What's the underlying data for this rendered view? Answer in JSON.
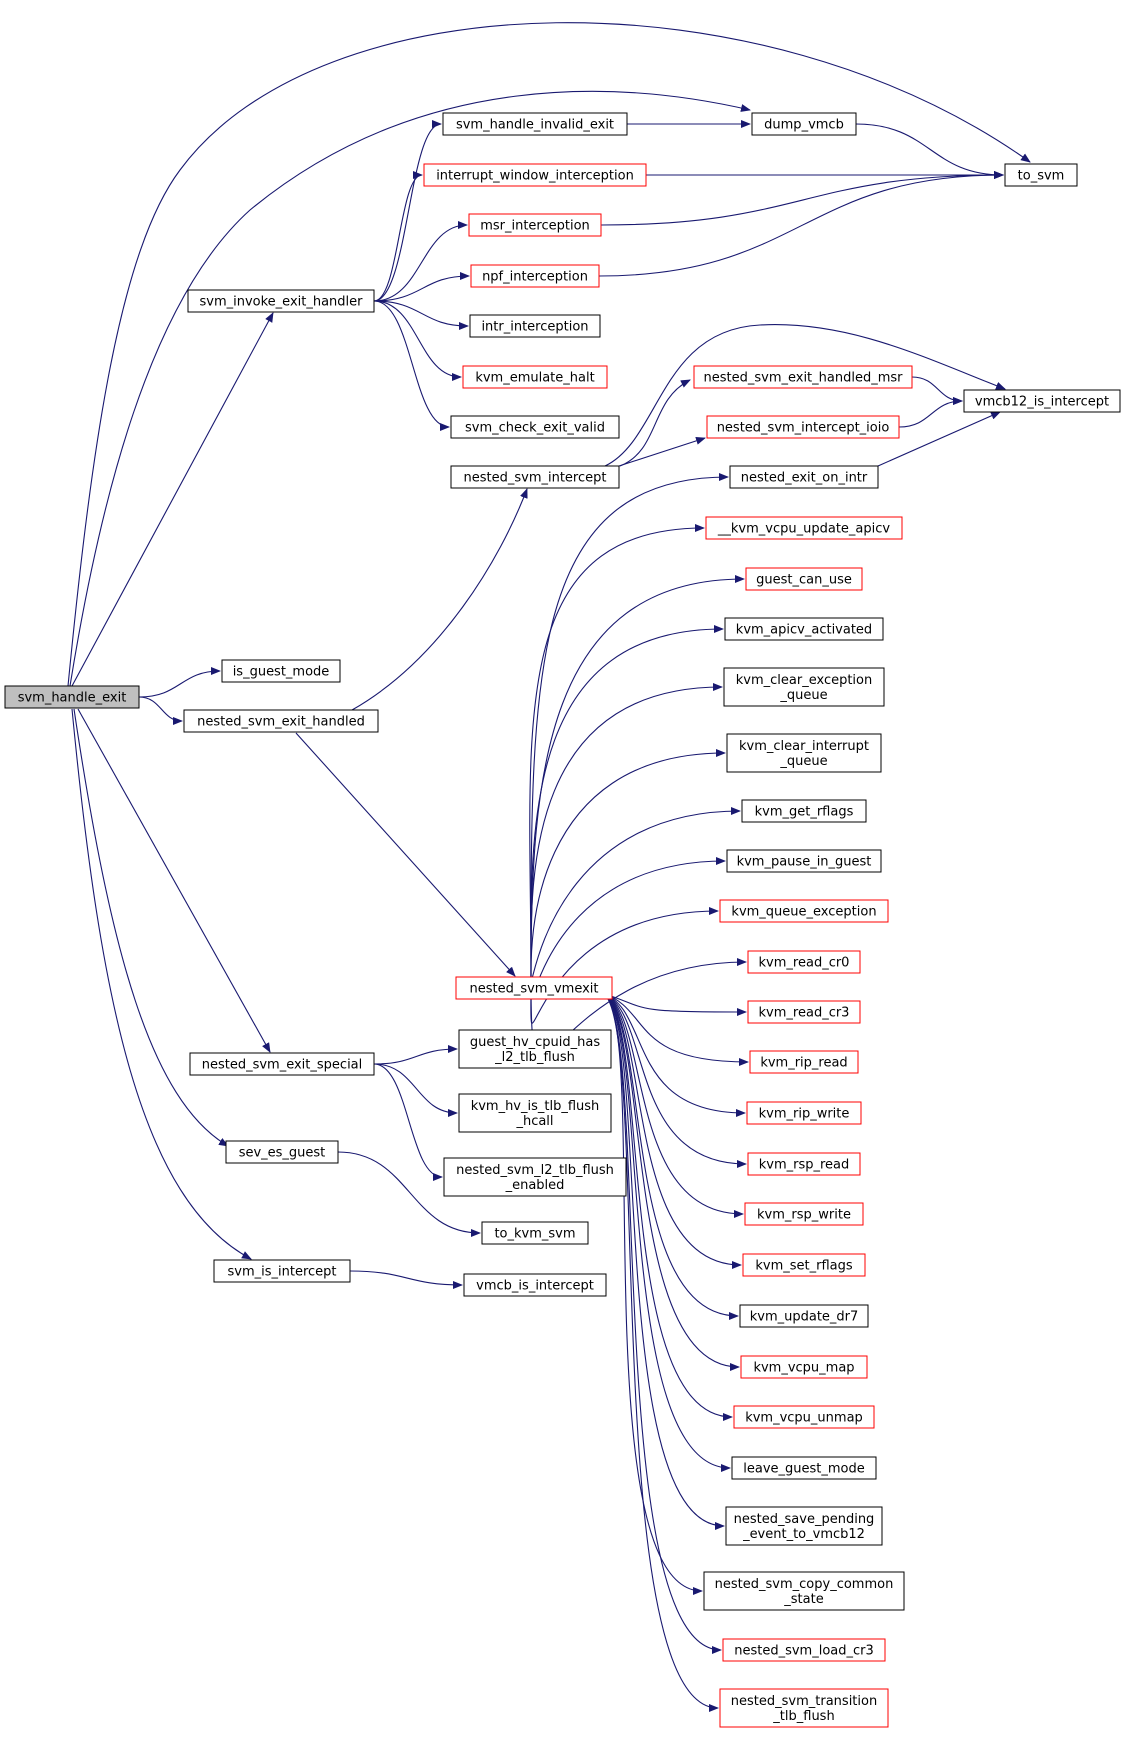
{
  "graph": {
    "colors": {
      "edge": "#191970",
      "root_fill": "#bfbfbf",
      "normal_border": "#000000",
      "red_border": "#ff0000"
    },
    "nodes": [
      {
        "id": "svm_handle_exit",
        "lines": [
          "svm_handle_exit"
        ],
        "style": "root"
      },
      {
        "id": "svm_invoke_exit_handler",
        "lines": [
          "svm_invoke_exit_handler"
        ],
        "style": "normal"
      },
      {
        "id": "is_guest_mode",
        "lines": [
          "is_guest_mode"
        ],
        "style": "normal"
      },
      {
        "id": "nested_svm_exit_handled",
        "lines": [
          "nested_svm_exit_handled"
        ],
        "style": "normal"
      },
      {
        "id": "nested_svm_exit_special",
        "lines": [
          "nested_svm_exit_special"
        ],
        "style": "normal"
      },
      {
        "id": "sev_es_guest",
        "lines": [
          "sev_es_guest"
        ],
        "style": "normal"
      },
      {
        "id": "svm_is_intercept",
        "lines": [
          "svm_is_intercept"
        ],
        "style": "normal"
      },
      {
        "id": "svm_handle_invalid_exit",
        "lines": [
          "svm_handle_invalid_exit"
        ],
        "style": "normal"
      },
      {
        "id": "interrupt_window_interception",
        "lines": [
          "interrupt_window_interception"
        ],
        "style": "red"
      },
      {
        "id": "msr_interception",
        "lines": [
          "msr_interception"
        ],
        "style": "red"
      },
      {
        "id": "npf_interception",
        "lines": [
          "npf_interception"
        ],
        "style": "red"
      },
      {
        "id": "intr_interception",
        "lines": [
          "intr_interception"
        ],
        "style": "normal"
      },
      {
        "id": "kvm_emulate_halt",
        "lines": [
          "kvm_emulate_halt"
        ],
        "style": "red"
      },
      {
        "id": "svm_check_exit_valid",
        "lines": [
          "svm_check_exit_valid"
        ],
        "style": "normal"
      },
      {
        "id": "nested_svm_intercept",
        "lines": [
          "nested_svm_intercept"
        ],
        "style": "normal"
      },
      {
        "id": "nested_svm_vmexit",
        "lines": [
          "nested_svm_vmexit"
        ],
        "style": "red"
      },
      {
        "id": "guest_hv_cpuid_has_l2_tlb_flush",
        "lines": [
          "guest_hv_cpuid_has",
          "_l2_tlb_flush"
        ],
        "style": "normal"
      },
      {
        "id": "kvm_hv_is_tlb_flush_hcall",
        "lines": [
          "kvm_hv_is_tlb_flush",
          "_hcall"
        ],
        "style": "normal"
      },
      {
        "id": "nested_svm_l2_tlb_flush_enabled",
        "lines": [
          "nested_svm_l2_tlb_flush",
          "_enabled"
        ],
        "style": "normal"
      },
      {
        "id": "to_kvm_svm",
        "lines": [
          "to_kvm_svm"
        ],
        "style": "normal"
      },
      {
        "id": "vmcb_is_intercept",
        "lines": [
          "vmcb_is_intercept"
        ],
        "style": "normal"
      },
      {
        "id": "dump_vmcb",
        "lines": [
          "dump_vmcb"
        ],
        "style": "normal"
      },
      {
        "id": "to_svm",
        "lines": [
          "to_svm"
        ],
        "style": "normal"
      },
      {
        "id": "nested_svm_exit_handled_msr",
        "lines": [
          "nested_svm_exit_handled_msr"
        ],
        "style": "red"
      },
      {
        "id": "nested_svm_intercept_ioio",
        "lines": [
          "nested_svm_intercept_ioio"
        ],
        "style": "red"
      },
      {
        "id": "vmcb12_is_intercept",
        "lines": [
          "vmcb12_is_intercept"
        ],
        "style": "normal"
      },
      {
        "id": "nested_exit_on_intr",
        "lines": [
          "nested_exit_on_intr"
        ],
        "style": "normal"
      },
      {
        "id": "__kvm_vcpu_update_apicv",
        "lines": [
          "__kvm_vcpu_update_apicv"
        ],
        "style": "red"
      },
      {
        "id": "guest_can_use",
        "lines": [
          "guest_can_use"
        ],
        "style": "red"
      },
      {
        "id": "kvm_apicv_activated",
        "lines": [
          "kvm_apicv_activated"
        ],
        "style": "normal"
      },
      {
        "id": "kvm_clear_exception_queue",
        "lines": [
          "kvm_clear_exception",
          "_queue"
        ],
        "style": "normal"
      },
      {
        "id": "kvm_clear_interrupt_queue",
        "lines": [
          "kvm_clear_interrupt",
          "_queue"
        ],
        "style": "normal"
      },
      {
        "id": "kvm_get_rflags",
        "lines": [
          "kvm_get_rflags"
        ],
        "style": "normal"
      },
      {
        "id": "kvm_pause_in_guest",
        "lines": [
          "kvm_pause_in_guest"
        ],
        "style": "normal"
      },
      {
        "id": "kvm_queue_exception",
        "lines": [
          "kvm_queue_exception"
        ],
        "style": "red"
      },
      {
        "id": "kvm_read_cr0",
        "lines": [
          "kvm_read_cr0"
        ],
        "style": "red"
      },
      {
        "id": "kvm_read_cr3",
        "lines": [
          "kvm_read_cr3"
        ],
        "style": "red"
      },
      {
        "id": "kvm_rip_read",
        "lines": [
          "kvm_rip_read"
        ],
        "style": "red"
      },
      {
        "id": "kvm_rip_write",
        "lines": [
          "kvm_rip_write"
        ],
        "style": "red"
      },
      {
        "id": "kvm_rsp_read",
        "lines": [
          "kvm_rsp_read"
        ],
        "style": "red"
      },
      {
        "id": "kvm_rsp_write",
        "lines": [
          "kvm_rsp_write"
        ],
        "style": "red"
      },
      {
        "id": "kvm_set_rflags",
        "lines": [
          "kvm_set_rflags"
        ],
        "style": "red"
      },
      {
        "id": "kvm_update_dr7",
        "lines": [
          "kvm_update_dr7"
        ],
        "style": "normal"
      },
      {
        "id": "kvm_vcpu_map",
        "lines": [
          "kvm_vcpu_map"
        ],
        "style": "red"
      },
      {
        "id": "kvm_vcpu_unmap",
        "lines": [
          "kvm_vcpu_unmap"
        ],
        "style": "red"
      },
      {
        "id": "leave_guest_mode",
        "lines": [
          "leave_guest_mode"
        ],
        "style": "normal"
      },
      {
        "id": "nested_save_pending_event_to_vmcb12",
        "lines": [
          "nested_save_pending",
          "_event_to_vmcb12"
        ],
        "style": "normal"
      },
      {
        "id": "nested_svm_copy_common_state",
        "lines": [
          "nested_svm_copy_common",
          "_state"
        ],
        "style": "normal"
      },
      {
        "id": "nested_svm_load_cr3",
        "lines": [
          "nested_svm_load_cr3"
        ],
        "style": "red"
      },
      {
        "id": "nested_svm_transition_tlb_flush",
        "lines": [
          "nested_svm_transition",
          "_tlb_flush"
        ],
        "style": "red"
      }
    ],
    "edges": [
      [
        "svm_handle_exit",
        "to_svm"
      ],
      [
        "svm_handle_exit",
        "dump_vmcb"
      ],
      [
        "svm_handle_exit",
        "svm_invoke_exit_handler"
      ],
      [
        "svm_handle_exit",
        "is_guest_mode"
      ],
      [
        "svm_handle_exit",
        "nested_svm_exit_handled"
      ],
      [
        "svm_handle_exit",
        "nested_svm_exit_special"
      ],
      [
        "svm_handle_exit",
        "sev_es_guest"
      ],
      [
        "svm_handle_exit",
        "svm_is_intercept"
      ],
      [
        "svm_invoke_exit_handler",
        "svm_handle_invalid_exit"
      ],
      [
        "svm_invoke_exit_handler",
        "interrupt_window_interception"
      ],
      [
        "svm_invoke_exit_handler",
        "msr_interception"
      ],
      [
        "svm_invoke_exit_handler",
        "npf_interception"
      ],
      [
        "svm_invoke_exit_handler",
        "intr_interception"
      ],
      [
        "svm_invoke_exit_handler",
        "kvm_emulate_halt"
      ],
      [
        "svm_invoke_exit_handler",
        "svm_check_exit_valid"
      ],
      [
        "svm_handle_invalid_exit",
        "dump_vmcb"
      ],
      [
        "dump_vmcb",
        "to_svm"
      ],
      [
        "interrupt_window_interception",
        "to_svm"
      ],
      [
        "msr_interception",
        "to_svm"
      ],
      [
        "npf_interception",
        "to_svm"
      ],
      [
        "nested_svm_exit_handled",
        "nested_svm_intercept"
      ],
      [
        "nested_svm_exit_handled",
        "nested_svm_vmexit"
      ],
      [
        "nested_svm_intercept",
        "vmcb12_is_intercept"
      ],
      [
        "nested_svm_intercept",
        "nested_svm_exit_handled_msr"
      ],
      [
        "nested_svm_intercept",
        "nested_svm_intercept_ioio"
      ],
      [
        "nested_svm_exit_handled_msr",
        "vmcb12_is_intercept"
      ],
      [
        "nested_svm_intercept_ioio",
        "vmcb12_is_intercept"
      ],
      [
        "nested_exit_on_intr",
        "vmcb12_is_intercept"
      ],
      [
        "nested_svm_vmexit",
        "nested_exit_on_intr"
      ],
      [
        "nested_svm_vmexit",
        "__kvm_vcpu_update_apicv"
      ],
      [
        "nested_svm_vmexit",
        "guest_can_use"
      ],
      [
        "nested_svm_vmexit",
        "kvm_apicv_activated"
      ],
      [
        "nested_svm_vmexit",
        "kvm_clear_exception_queue"
      ],
      [
        "nested_svm_vmexit",
        "kvm_clear_interrupt_queue"
      ],
      [
        "nested_svm_vmexit",
        "kvm_get_rflags"
      ],
      [
        "nested_svm_vmexit",
        "kvm_pause_in_guest"
      ],
      [
        "nested_svm_vmexit",
        "kvm_queue_exception"
      ],
      [
        "nested_svm_vmexit",
        "kvm_read_cr0"
      ],
      [
        "nested_svm_vmexit",
        "kvm_read_cr3"
      ],
      [
        "nested_svm_vmexit",
        "kvm_rip_read"
      ],
      [
        "nested_svm_vmexit",
        "kvm_rip_write"
      ],
      [
        "nested_svm_vmexit",
        "kvm_rsp_read"
      ],
      [
        "nested_svm_vmexit",
        "kvm_rsp_write"
      ],
      [
        "nested_svm_vmexit",
        "kvm_set_rflags"
      ],
      [
        "nested_svm_vmexit",
        "kvm_update_dr7"
      ],
      [
        "nested_svm_vmexit",
        "kvm_vcpu_map"
      ],
      [
        "nested_svm_vmexit",
        "kvm_vcpu_unmap"
      ],
      [
        "nested_svm_vmexit",
        "leave_guest_mode"
      ],
      [
        "nested_svm_vmexit",
        "nested_save_pending_event_to_vmcb12"
      ],
      [
        "nested_svm_vmexit",
        "nested_svm_copy_common_state"
      ],
      [
        "nested_svm_vmexit",
        "nested_svm_load_cr3"
      ],
      [
        "nested_svm_vmexit",
        "nested_svm_transition_tlb_flush"
      ],
      [
        "nested_svm_exit_special",
        "guest_hv_cpuid_has_l2_tlb_flush"
      ],
      [
        "nested_svm_exit_special",
        "kvm_hv_is_tlb_flush_hcall"
      ],
      [
        "nested_svm_exit_special",
        "nested_svm_l2_tlb_flush_enabled"
      ],
      [
        "sev_es_guest",
        "to_kvm_svm"
      ],
      [
        "svm_is_intercept",
        "vmcb_is_intercept"
      ]
    ]
  }
}
